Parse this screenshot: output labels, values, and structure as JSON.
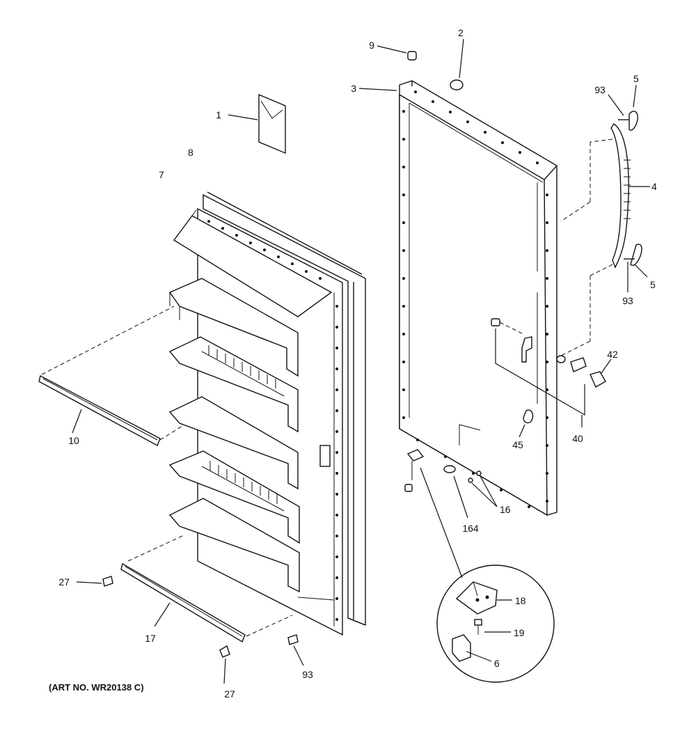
{
  "callouts": {
    "c1": "1",
    "c2": "2",
    "c3": "3",
    "c4": "4",
    "c5a": "5",
    "c5b": "5",
    "c6": "6",
    "c7": "7",
    "c8": "8",
    "c9": "9",
    "c10": "10",
    "c16": "16",
    "c17": "17",
    "c18": "18",
    "c19": "19",
    "c27a": "27",
    "c27b": "27",
    "c40": "40",
    "c42": "42",
    "c45": "45",
    "c93a": "93",
    "c93b": "93",
    "c93c": "93",
    "c164": "164"
  },
  "art_number": "(ART NO. WR20138 C)"
}
